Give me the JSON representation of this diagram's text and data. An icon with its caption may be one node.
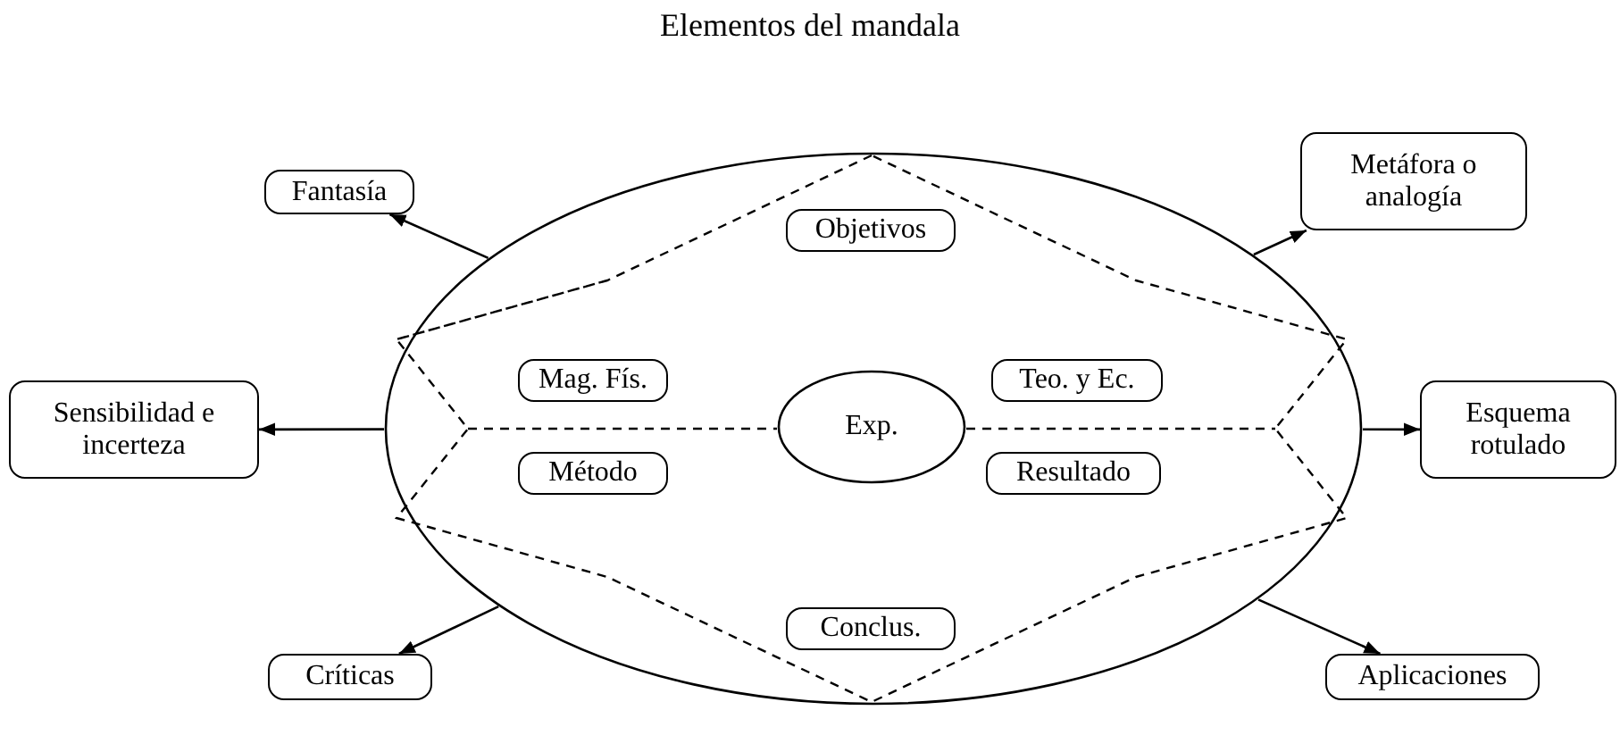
{
  "diagram": {
    "title": "Elementos del mandala",
    "nodes": [
      {
        "text": [],
        "shape": "ellipse"
      },
      {
        "text": [
          "Fantasía"
        ]
      },
      {
        "text": [
          "Metáfora o analogía"
        ]
      },
      {
        "text": [
          "Objetivos"
        ],
        "in": 0
      },
      {
        "text": [
          "Mag. Fís."
        ],
        "in": 0
      },
      {
        "text": [
          "Teo. y Ec."
        ],
        "in": 0
      },
      {
        "text": [
          "Sensibilidad e incerteza"
        ]
      },
      {
        "text": [
          "Exp."
        ],
        "in": 0
      },
      {
        "text": [
          "Esquema rotulado"
        ]
      },
      {
        "text": [
          "Método"
        ],
        "in": 0
      },
      {
        "text": [
          "Resultado"
        ],
        "in": 0
      },
      {
        "text": [
          "Conclus."
        ],
        "in": 0
      },
      {
        "text": [
          "Críticas"
        ]
      },
      {
        "text": [
          "Aplicaciones"
        ]
      }
    ],
    "edges": [
      {
        "from": 0,
        "to": 1,
        "arrow": "to"
      },
      {
        "from": 0,
        "to": 2,
        "arrow": "to"
      },
      {
        "from": 0,
        "to": 6,
        "arrow": "to"
      },
      {
        "from": 0,
        "to": 8,
        "arrow": "to"
      },
      {
        "from": 0,
        "to": 12,
        "arrow": "to"
      },
      {
        "from": 0,
        "to": 13,
        "arrow": "to"
      }
    ]
  }
}
